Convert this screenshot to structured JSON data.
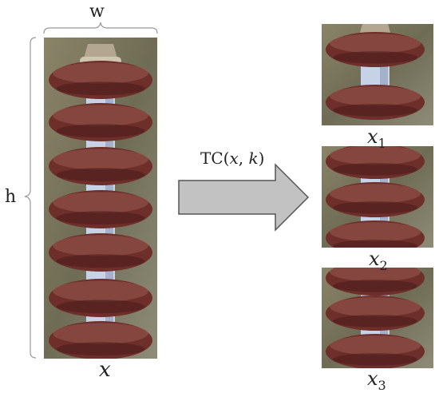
{
  "labels": {
    "width": "w",
    "height": "h",
    "input": "x",
    "transform": {
      "prefix": "TC(",
      "arg1": "x",
      "sep": ", ",
      "arg2": "k",
      "suffix": ")"
    }
  },
  "outputs": [
    {
      "base": "x",
      "sub": "1"
    },
    {
      "base": "x",
      "sub": "2"
    },
    {
      "base": "x",
      "sub": "3"
    }
  ],
  "colors": {
    "disc": "#6e2f2a",
    "disc_highlight": "#9a5a52",
    "disc_shadow": "#4a1d1a",
    "spacer": "#c8d2e6",
    "spacer_shadow": "#8d9ab8",
    "background": "#7d7a5e",
    "arrow_fill": "#c2c2c2",
    "arrow_stroke": "#555555",
    "brace": "#999999"
  }
}
